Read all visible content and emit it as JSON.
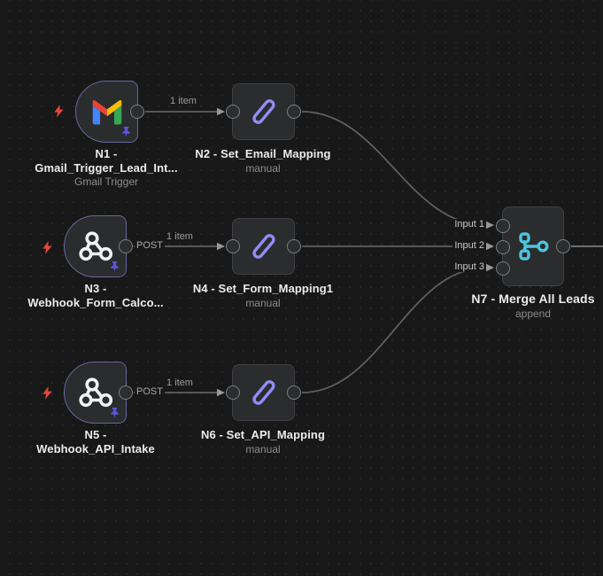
{
  "nodes": [
    {
      "title": "N1 -",
      "title2": "Gmail_Trigger_Lead_Int...",
      "subtitle": "Gmail Trigger"
    },
    {
      "title": "N2 - Set_Email_Mapping",
      "subtitle": "manual"
    },
    {
      "title": "N3 -",
      "title2": "Webhook_Form_Calco...",
      "method": "POST"
    },
    {
      "title": "N4 - Set_Form_Mapping1",
      "subtitle": "manual"
    },
    {
      "title": "N5 -",
      "title2": "Webhook_API_Intake",
      "method": "POST"
    },
    {
      "title": "N6 - Set_API_Mapping",
      "subtitle": "manual"
    },
    {
      "title": "N7 - Merge All Leads",
      "subtitle": "append",
      "inputs": [
        "Input 1",
        "Input 2",
        "Input 3"
      ]
    }
  ],
  "connection_labels": {
    "items": "1 item"
  },
  "colors": {
    "canvas_bg": "#181818",
    "node_bg": "#2b2c2e",
    "pinned_border": "#6b65a0",
    "connector": "#5e5f61",
    "pin_icon": "#5e55d8",
    "trigger_bolt": "#e2483d",
    "set_icon": "#918ef6",
    "merge_icon": "#4cc5df",
    "gmail_red": "#ea4335",
    "gmail_blue": "#4285f4",
    "gmail_green": "#34a853",
    "gmail_yellow": "#fbbc04"
  }
}
